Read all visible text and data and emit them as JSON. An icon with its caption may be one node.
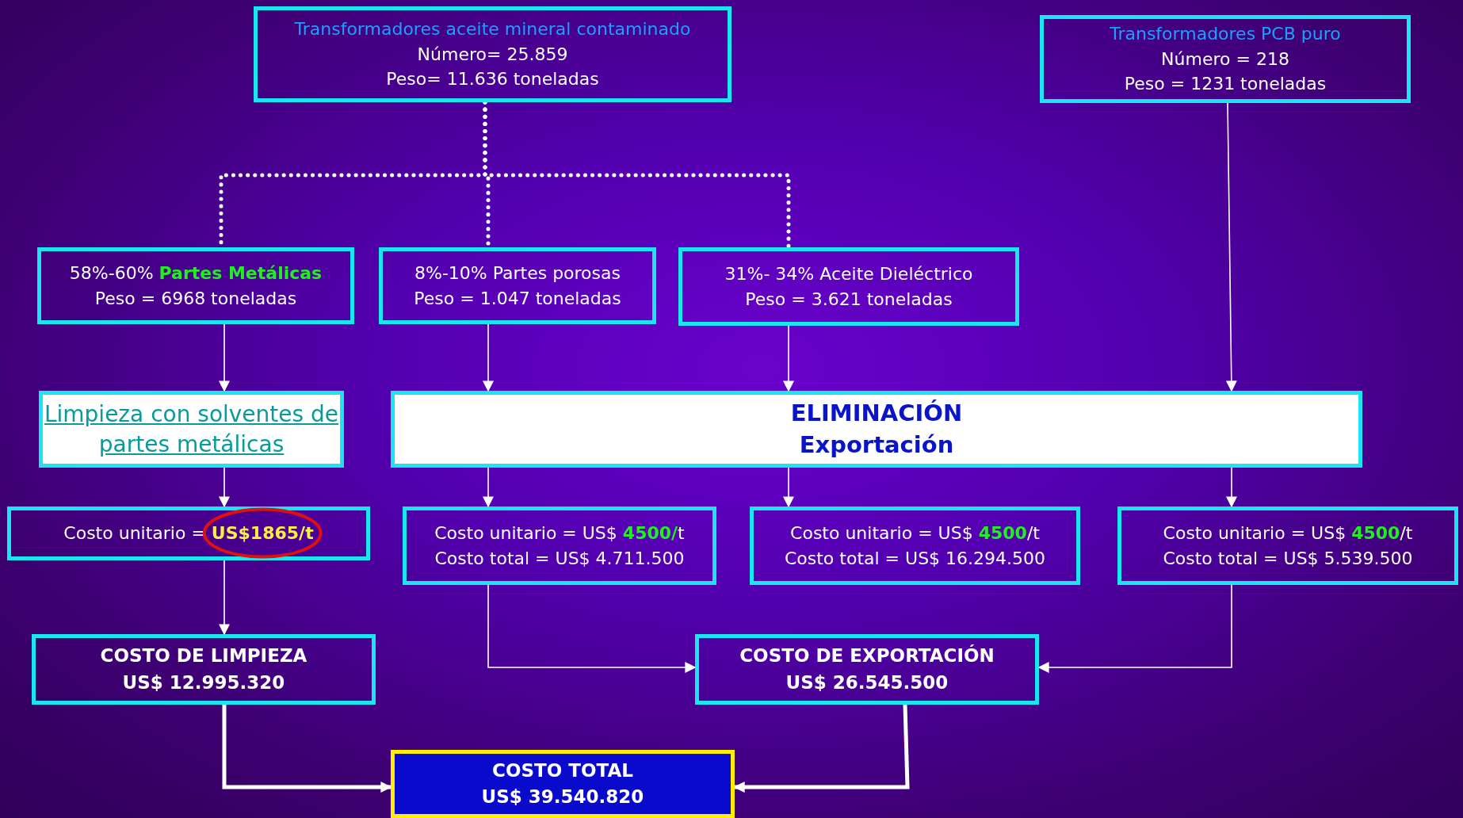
{
  "diagram": {
    "nodes": [
      {
        "text": [
          "Transformadores aceite mineral contaminado",
          "Número= 25.859",
          "Peso=  11.636 toneladas"
        ]
      },
      {
        "text": [
          "Transformadores PCB puro",
          "Número = 218",
          "Peso = 1231 toneladas"
        ]
      },
      {
        "text": [
          "58%-60% **Partes Metálicas**",
          "Peso =  6968 toneladas"
        ]
      },
      {
        "text": [
          "8%-10% Partes porosas",
          "Peso = 1.047 toneladas"
        ]
      },
      {
        "text": [
          "31%- 34% Aceite Dieléctrico",
          "Peso =  3.621 toneladas"
        ]
      },
      {
        "text": [
          "Limpieza con solventes de partes metálicas"
        ]
      },
      {
        "text": [
          "ELIMINACIÓN",
          "Exportación"
        ]
      },
      {
        "text": [
          "Costo unitario = **US$1865/t**"
        ]
      },
      {
        "text": [
          "Costo unitario = US$ **4500/**t",
          "Costo total = US$ 4.711.500"
        ]
      },
      {
        "text": [
          "Costo unitario = US$ **4500**/t",
          "Costo total = US$ 16.294.500"
        ]
      },
      {
        "text": [
          "Costo unitario = US$ **4500**/t",
          "Costo total = US$ 5.539.500"
        ]
      },
      {
        "text": [
          "COSTO DE LIMPIEZA",
          "US$ 12.995.320"
        ]
      },
      {
        "text": [
          "COSTO DE EXPORTACIÓN",
          "US$ 26.545.500"
        ]
      },
      {
        "text": [
          "COSTO TOTAL",
          "US$ 39.540.820"
        ]
      }
    ],
    "edges": [
      {
        "from": 0,
        "to": 2,
        "arrow": "none",
        "style": "dashed"
      },
      {
        "from": 0,
        "to": 3,
        "arrow": "none",
        "style": "dashed"
      },
      {
        "from": 0,
        "to": 4,
        "arrow": "none",
        "style": "dashed"
      },
      {
        "from": 1,
        "to": 6,
        "arrow": "to"
      },
      {
        "from": 2,
        "to": 5,
        "arrow": "to"
      },
      {
        "from": 3,
        "to": 6,
        "arrow": "to"
      },
      {
        "from": 4,
        "to": 6,
        "arrow": "to"
      },
      {
        "from": 5,
        "to": 7,
        "arrow": "to"
      },
      {
        "from": 7,
        "to": 11,
        "arrow": "to"
      },
      {
        "from": 6,
        "to": 8,
        "arrow": "to"
      },
      {
        "from": 6,
        "to": 9,
        "arrow": "to"
      },
      {
        "from": 6,
        "to": 10,
        "arrow": "to"
      },
      {
        "from": 8,
        "to": 12,
        "arrow": "to"
      },
      {
        "from": 10,
        "to": 12,
        "arrow": "to"
      },
      {
        "from": 11,
        "to": 13,
        "arrow": "to",
        "style": "thick"
      },
      {
        "from": 12,
        "to": 13,
        "arrow": "to",
        "style": "thick"
      }
    ]
  }
}
